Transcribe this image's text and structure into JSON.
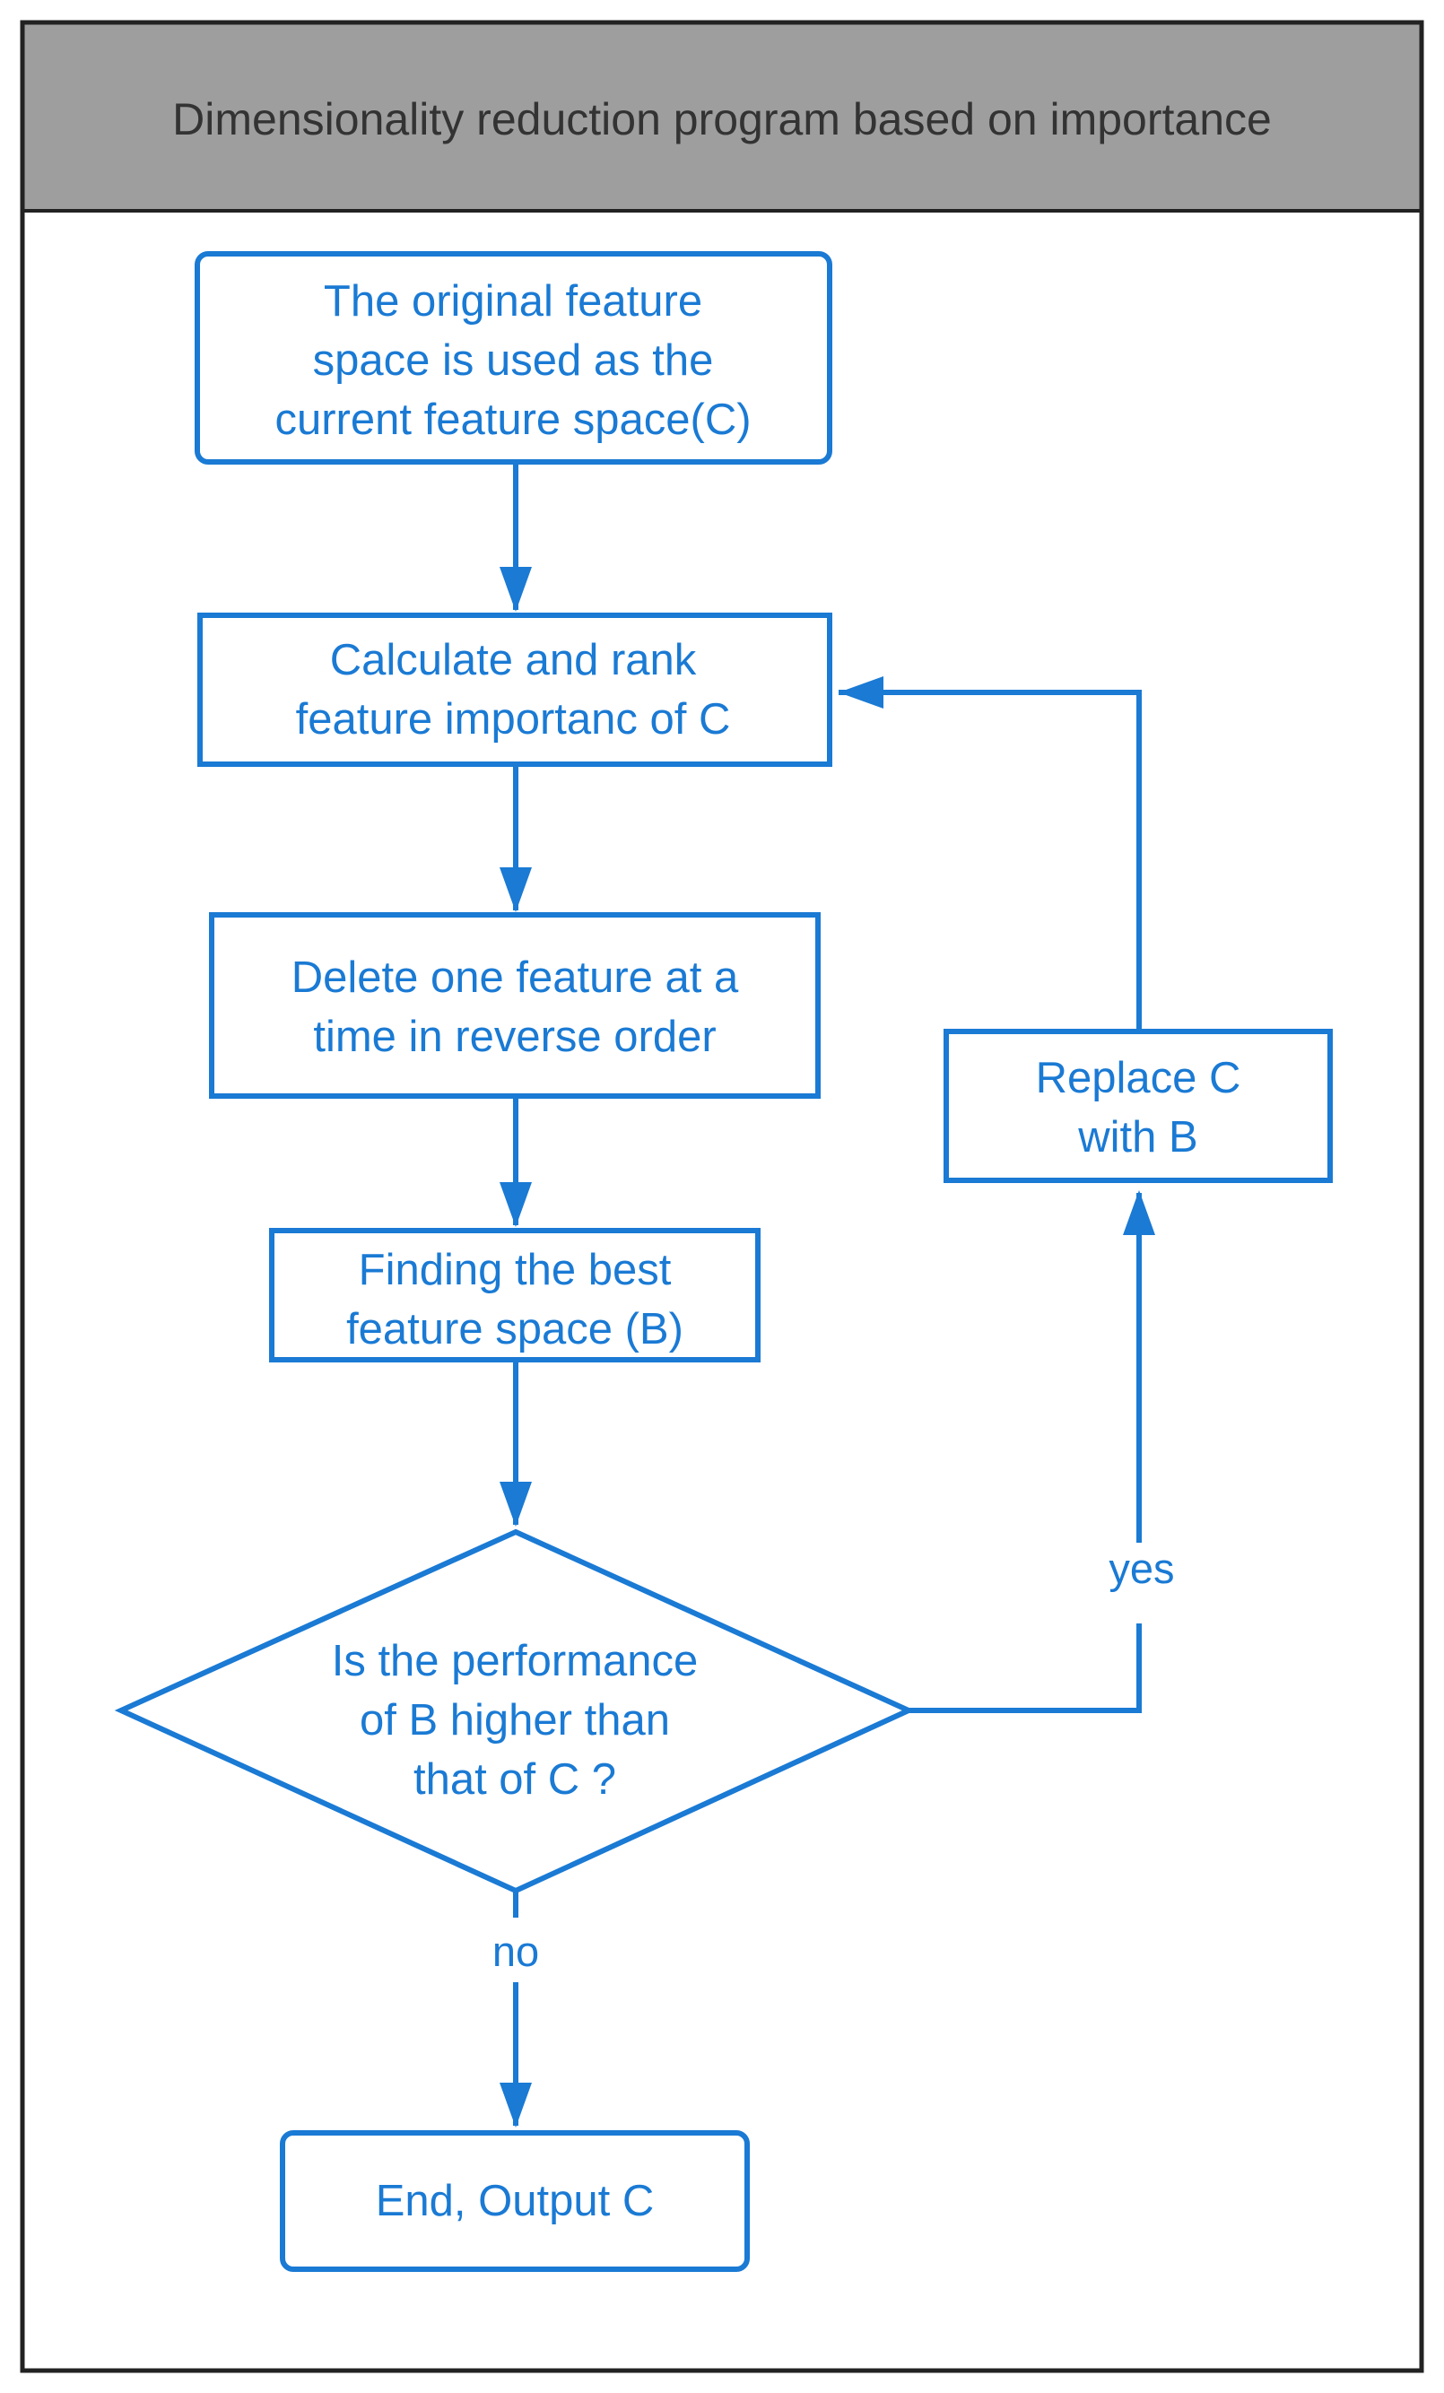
{
  "title": "Dimensionality reduction program based on importance",
  "colors": {
    "accent": "#1a7ad4",
    "header_bg": "#9e9e9e",
    "border": "#222222",
    "title_text": "#333333"
  },
  "nodes": {
    "start": {
      "lines": [
        "The original feature",
        "space is used as the",
        "current feature space(C)"
      ]
    },
    "rank": {
      "lines": [
        "Calculate and rank",
        "feature importanc of C"
      ]
    },
    "delete": {
      "lines": [
        "Delete one feature at a",
        "time in reverse order"
      ]
    },
    "find": {
      "lines": [
        "Finding the best",
        "feature space (B)"
      ]
    },
    "decision": {
      "lines": [
        "Is the performance",
        "of B higher than",
        "that of C ?"
      ]
    },
    "replace": {
      "lines": [
        "Replace C",
        "with B"
      ]
    },
    "end": {
      "lines": [
        "End, Output C"
      ]
    }
  },
  "edges": {
    "yes_label": "yes",
    "no_label": "no"
  }
}
